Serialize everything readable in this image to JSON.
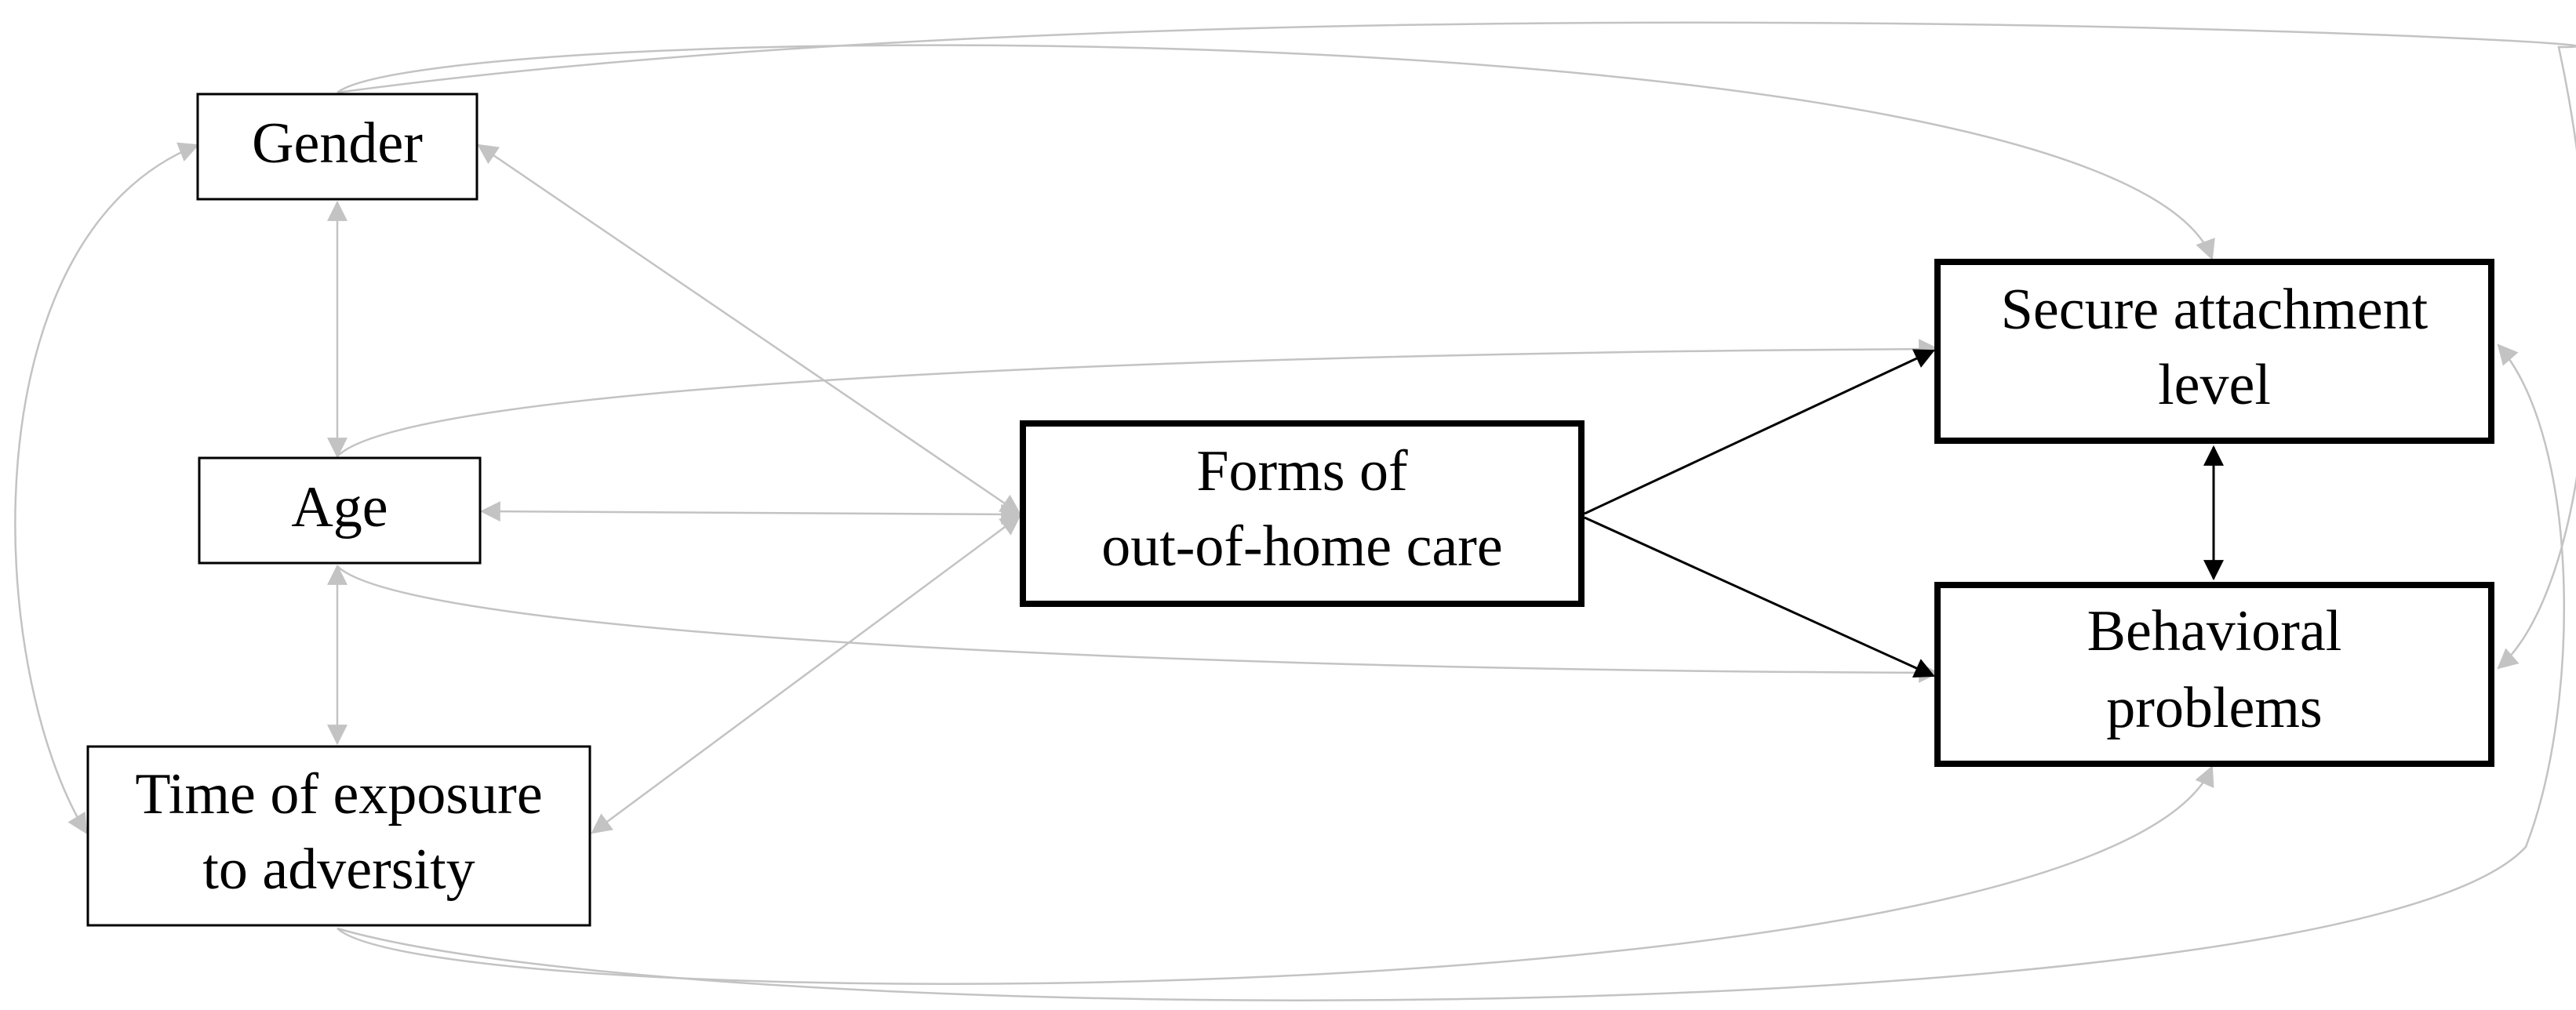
{
  "nodes": {
    "gender": {
      "label": "Gender"
    },
    "age": {
      "label": "Age"
    },
    "time_exposure": {
      "line1": "Time of exposure",
      "line2": "to adversity"
    },
    "forms_care": {
      "line1": "Forms of",
      "line2": "out-of-home care"
    },
    "secure_attachment": {
      "line1": "Secure attachment",
      "line2": "level"
    },
    "behavioral_problems": {
      "line1": "Behavioral",
      "line2": "problems"
    }
  },
  "colors": {
    "covariate_arrow": "#c3c3c3",
    "main_arrow": "#000000",
    "box_border": "#000000",
    "text": "#000000",
    "background": "#ffffff"
  }
}
